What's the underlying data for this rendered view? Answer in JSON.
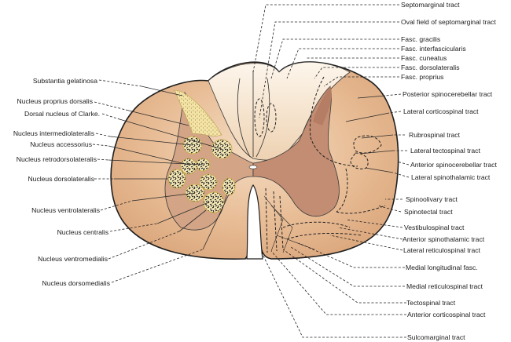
{
  "figure": {
    "title": "Spinal cord cross-section",
    "left_labels": [
      "Substantia gelatinosa",
      "Nucleus proprius dorsalis",
      "Dorsal nucleus of Clarke.",
      "Nucleus intermediolateralis",
      "Nucleus accessorius",
      "Nucleus retrodorsolateralis",
      "Nucleus dorsolateralis",
      "Nucleus ventrolateralis",
      "Nucleus centralis",
      "Nucleus ventromedialis",
      "Nucleus dorsomedialis"
    ],
    "right_labels": [
      "Septomarginal tract",
      "Oval field of septomarginal tract",
      "Fasc. gracilis",
      "Fasc. interfascicularis",
      "Fasc. cuneatus",
      "Fasc. dorsolateralis",
      "Fasc. proprius",
      "Posterior spinocerebellar tract",
      "Lateral corticospinal tract",
      "Rubrospinal tract",
      "Lateral tectospinal tract",
      "Anterior spinocerebellar tract",
      "Lateral spinothalamic tract",
      "Spinoolivary tract",
      "Spinotectal tract",
      "Vestibulospinal tract",
      "Anterior spinothalamic tract",
      "Lateral reticulospinal tract",
      "Medial longitudinal fasc.",
      "Medial reticulospinal tract",
      "Tectospinal tract",
      "Anterior corticospinal tract",
      "Sulcomarginal tract"
    ],
    "colors": {
      "white_matter": "#e9bf98",
      "white_matter_light": "#f8ecdc",
      "gray_matter": "#c89478",
      "gray_matter_dark": "#b9826a",
      "gelatinosa": "#f0dc8a",
      "outline": "#1e1e1e"
    }
  }
}
